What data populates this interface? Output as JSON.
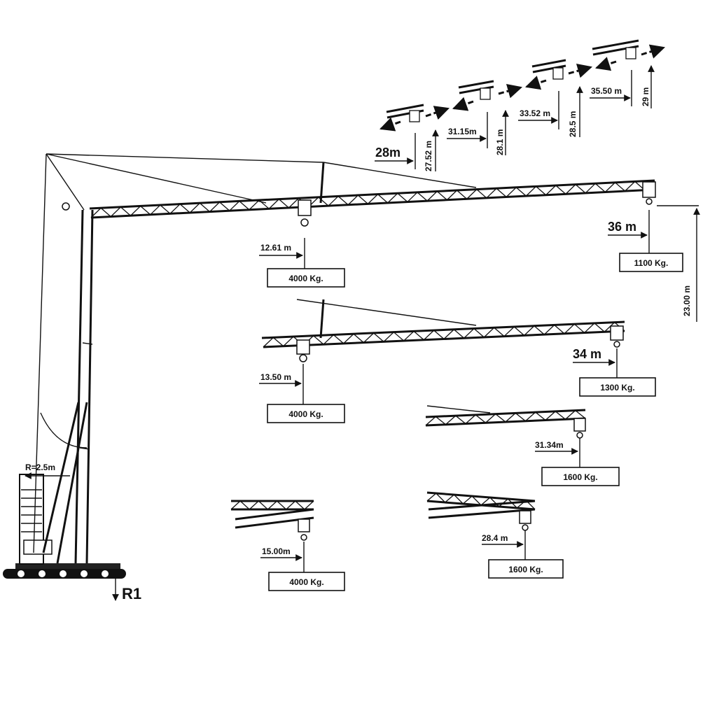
{
  "reaction_label": "R1",
  "radius_label": "R=2.5m",
  "height_label": "23.00 m",
  "configurations": [
    {
      "id": "jib-36",
      "tip_radius": "36 m",
      "tip_load": "1100 Kg.",
      "inner_radius": "12.61 m",
      "inner_load": "4000 Kg."
    },
    {
      "id": "jib-34",
      "tip_radius": "34 m",
      "tip_load": "1300 Kg.",
      "inner_radius": "13.50 m",
      "inner_load": "4000 Kg."
    },
    {
      "id": "jib-31",
      "tip_radius": "31.34m",
      "tip_load": "1600 Kg."
    },
    {
      "id": "jib-28",
      "tip_radius": "28.4 m",
      "tip_load": "1600 Kg."
    },
    {
      "id": "jib-15",
      "tip_radius": "15.00m",
      "tip_load": "4000 Kg."
    }
  ],
  "luffing_positions": [
    {
      "radius": "28m",
      "height": "27.52 m"
    },
    {
      "radius": "31.15m",
      "height": "28.1 m"
    },
    {
      "radius": "33.52 m",
      "height": "28.5 m"
    },
    {
      "radius": "35.50 m",
      "height": "29 m"
    }
  ]
}
